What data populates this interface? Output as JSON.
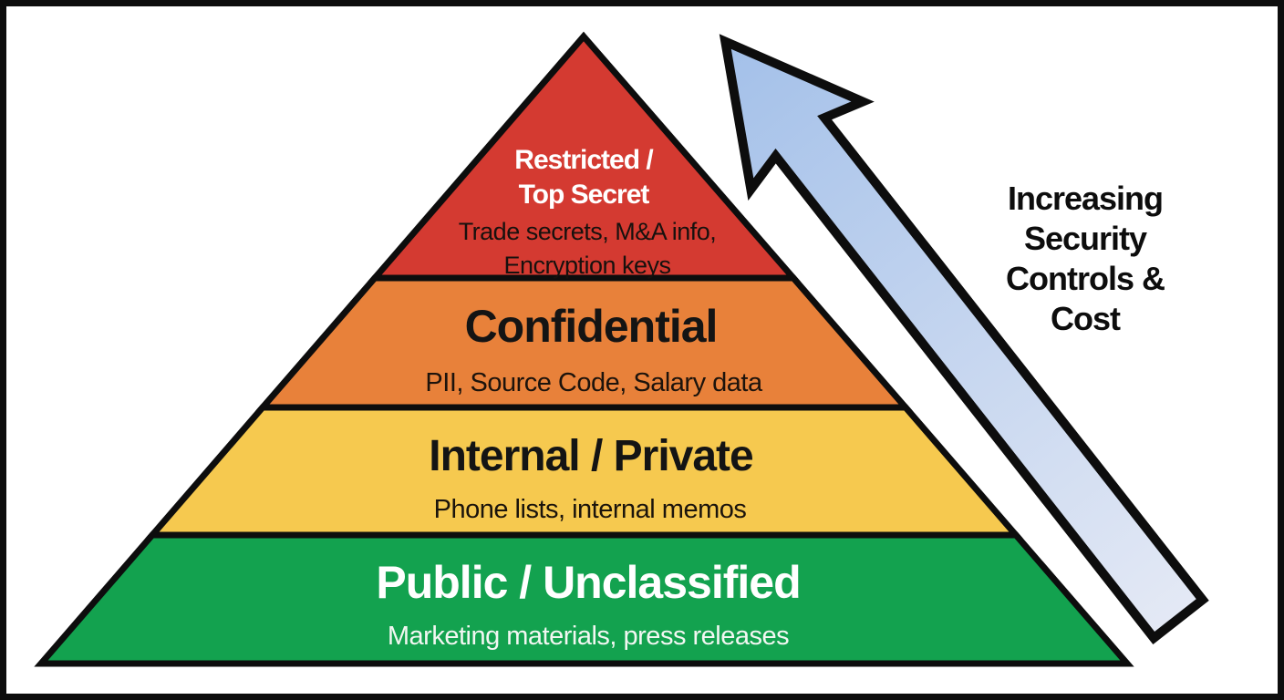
{
  "frame": {
    "background": "#ffffff",
    "border_color": "#0d0d0d"
  },
  "pyramid": {
    "outline_color": "#0d0d0d",
    "levels": [
      {
        "label": "Restricted /\nTop Secret",
        "examples": "Trade secrets, M&A info,\nEncryption keys",
        "fill": "#d43a31",
        "label_color": "#ffffff",
        "examples_color": "#17110e"
      },
      {
        "label": "Confidential",
        "examples": "PII, Source Code, Salary data",
        "fill": "#e8813a",
        "label_color": "#141414",
        "examples_color": "#1c130c"
      },
      {
        "label": "Internal / Private",
        "examples": "Phone lists, internal memos",
        "fill": "#f6c94f",
        "label_color": "#141414",
        "examples_color": "#1b140c"
      },
      {
        "label": "Public / Unclassified",
        "examples": "Marketing materials, press releases",
        "fill": "#13a24f",
        "label_color": "#ffffff",
        "examples_color": "#f2f7f2"
      }
    ]
  },
  "arrow": {
    "label": "Increasing Security\nControls & Cost",
    "label_color": "#0d0d0d",
    "fill_tail": "#e4e9f5",
    "fill_head": "#a3c0e9",
    "outline_color": "#0d0d0d"
  }
}
